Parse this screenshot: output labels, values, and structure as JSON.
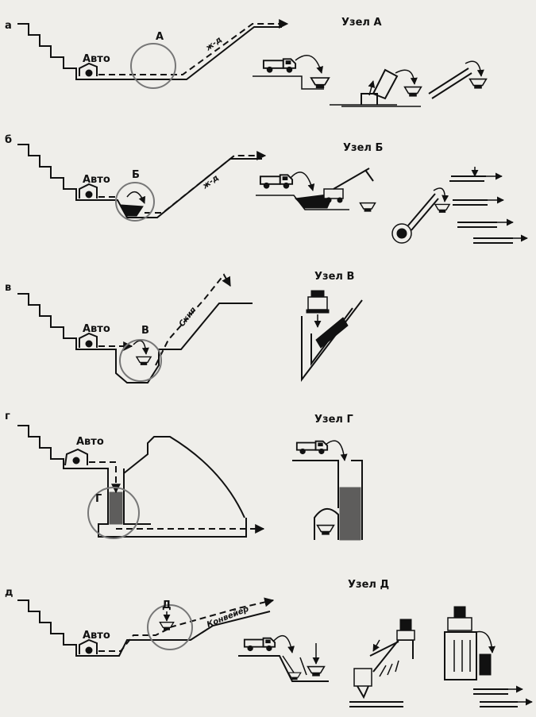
{
  "panels": [
    {
      "letter": "а",
      "auto": "Авто",
      "node_letter": "А",
      "transport": "ж-д",
      "node_title": "Узел А"
    },
    {
      "letter": "б",
      "auto": "Авто",
      "node_letter": "Б",
      "transport": "ж-д",
      "node_title": "Узел Б"
    },
    {
      "letter": "в",
      "auto": "Авто",
      "node_letter": "В",
      "transport": "Скип",
      "node_title": "Узел В"
    },
    {
      "letter": "г",
      "auto": "Авто",
      "node_letter": "Г",
      "node_title": "Узел Г"
    },
    {
      "letter": "д",
      "auto": "Авто",
      "node_letter": "Д",
      "transport": "Конвейер",
      "node_title": "Узел Д"
    }
  ]
}
